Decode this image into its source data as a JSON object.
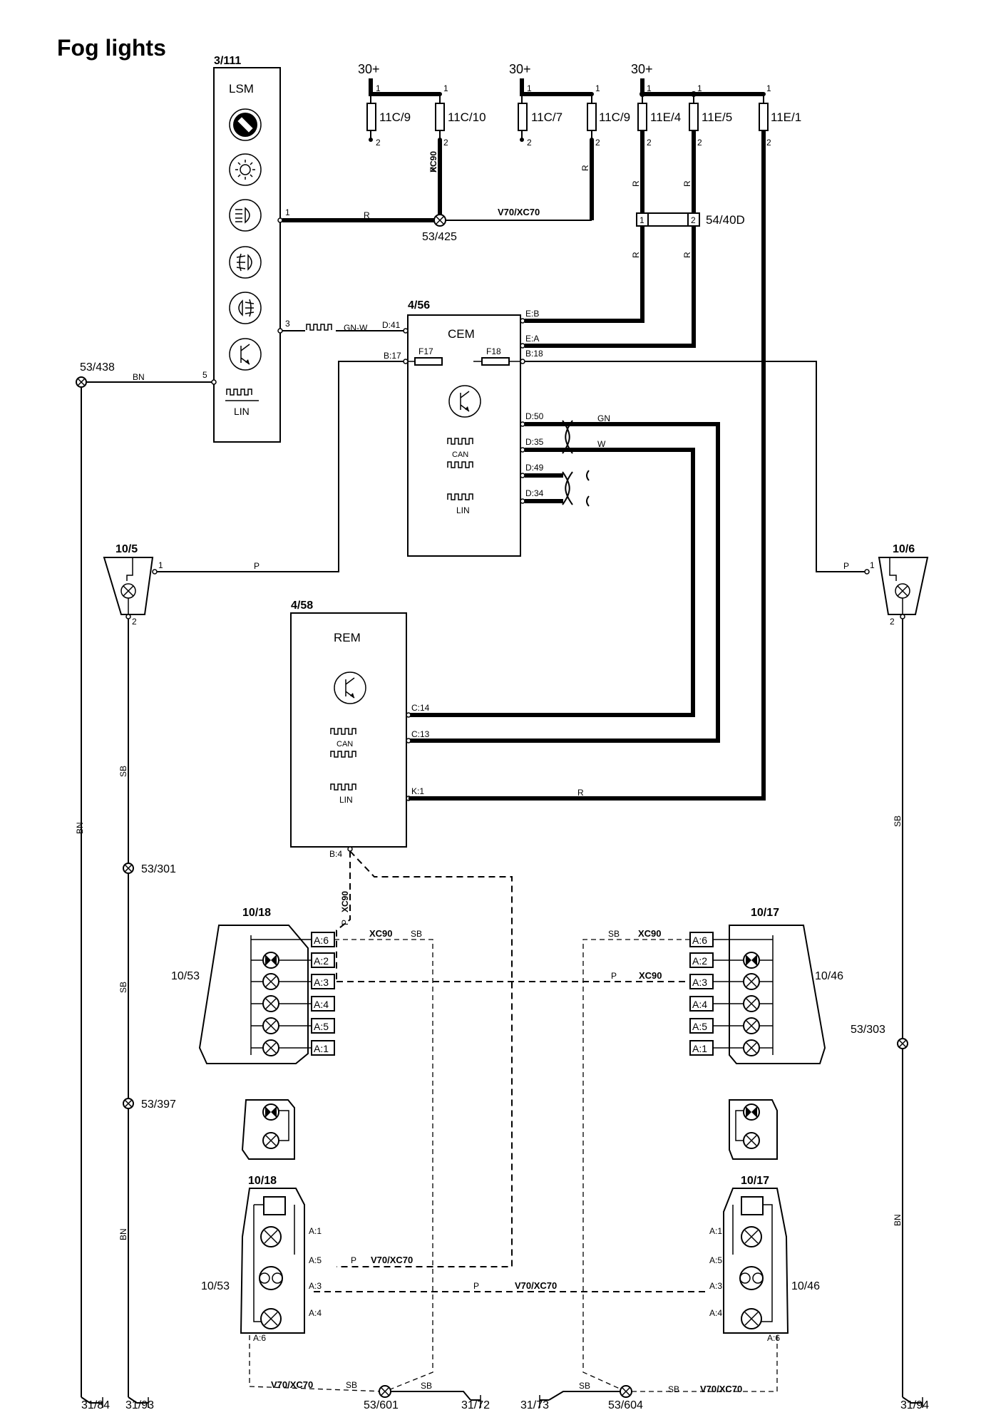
{
  "title": "Fog lights",
  "supply": [
    "30+",
    "30+",
    "30+"
  ],
  "fuses": [
    "11C/9",
    "11C/10",
    "11C/7",
    "11C/9",
    "11E/4",
    "11E/5",
    "11E/1"
  ],
  "fuse_pins": {
    "top": "1",
    "bottom": "2"
  },
  "connector_54": {
    "id": "54/40D",
    "pin1": "1",
    "pin2": "2"
  },
  "splices": {
    "s53_425": "53/425",
    "s53_438": "53/438",
    "s53_301": "53/301",
    "s53_397": "53/397",
    "s53_303": "53/303",
    "s53_601": "53/601",
    "s53_604": "53/604"
  },
  "grounds": [
    "31/84",
    "31/93",
    "31/72",
    "31/73",
    "31/94"
  ],
  "lsm": {
    "id": "3/111",
    "name": "LSM",
    "bus": "LIN",
    "pins": {
      "p1": "1",
      "p3": "3",
      "p5": "5"
    }
  },
  "cem": {
    "id": "4/56",
    "name": "CEM",
    "can": "CAN",
    "lin": "LIN",
    "fuse_left": "F17",
    "fuse_right": "F18",
    "pins": {
      "d41": "D:41",
      "b17": "B:17",
      "eb": "E:B",
      "ea": "E:A",
      "b18": "B:18",
      "d50": "D:50",
      "d35": "D:35",
      "d49": "D:49",
      "d34": "D:34"
    }
  },
  "rem": {
    "id": "4/58",
    "name": "REM",
    "can": "CAN",
    "lin": "LIN",
    "pins": {
      "c14": "C:14",
      "c13": "C:13",
      "k1": "K:1",
      "b4": "B:4"
    }
  },
  "lamp_left": {
    "id": "10/5",
    "pin1": "1",
    "pin2": "2"
  },
  "lamp_right": {
    "id": "10/6",
    "pin1": "1",
    "pin2": "2"
  },
  "wire_colors": {
    "R": "R",
    "GNW": "GN-W",
    "BN": "BN",
    "P": "P",
    "GN": "GN",
    "W": "W",
    "SB": "SB"
  },
  "variants": {
    "xc90": "XC90",
    "v70": "V70/XC70"
  },
  "taillight_left": {
    "id": "10/18",
    "sub": "10/53",
    "pins": [
      "A:6",
      "A:2",
      "A:3",
      "A:4",
      "A:5",
      "A:1"
    ]
  },
  "taillight_right": {
    "id": "10/17",
    "sub": "10/46",
    "pins": [
      "A:6",
      "A:2",
      "A:3",
      "A:4",
      "A:5",
      "A:1"
    ]
  },
  "v70_left": {
    "id": "10/18",
    "sub": "10/53",
    "pins": {
      "a1": "A:1",
      "a5": "A:5",
      "a3": "A:3",
      "a4": "A:4",
      "a6": "A:6"
    }
  },
  "v70_right": {
    "id": "10/17",
    "sub": "10/46",
    "pins": {
      "a1": "A:1",
      "a5": "A:5",
      "a3": "A:3",
      "a4": "A:4",
      "a6": "A:6"
    }
  }
}
